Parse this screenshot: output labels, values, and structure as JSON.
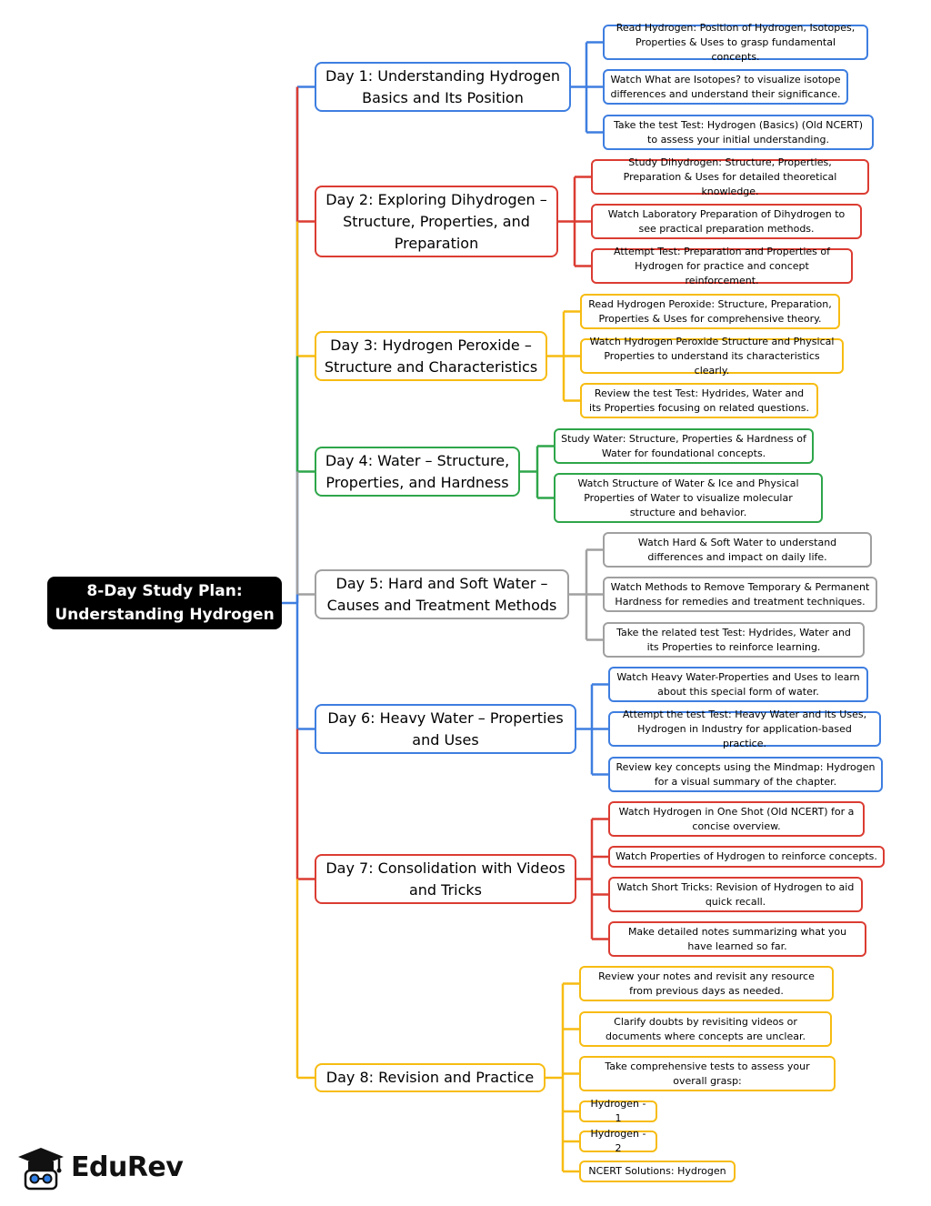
{
  "root": {
    "label": "8-Day Study Plan: Understanding Hydrogen"
  },
  "colors": {
    "blue": "#3e7ee0",
    "red": "#db3c32",
    "yellow": "#f7bc12",
    "green": "#2ea64a",
    "gray": "#a0a0a0",
    "root": "#000000"
  },
  "days": [
    {
      "label": "Day 1: Understanding Hydrogen Basics and Its Position",
      "color": "blue",
      "tasks": [
        "Read Hydrogen: Position of Hydrogen, Isotopes, Properties & Uses to grasp fundamental concepts.",
        "Watch What are Isotopes? to visualize isotope differences and understand their significance.",
        "Take the test Test: Hydrogen (Basics) (Old NCERT) to assess your initial understanding."
      ]
    },
    {
      "label": "Day 2: Exploring Dihydrogen – Structure, Properties, and Preparation",
      "color": "red",
      "tasks": [
        "Study Dihydrogen: Structure, Properties, Preparation & Uses for detailed theoretical knowledge.",
        "Watch Laboratory Preparation of Dihydrogen to see practical preparation methods.",
        "Attempt Test: Preparation and Properties of Hydrogen for practice and concept reinforcement."
      ]
    },
    {
      "label": "Day 3: Hydrogen Peroxide – Structure and Characteristics",
      "color": "yellow",
      "tasks": [
        "Read Hydrogen Peroxide: Structure, Preparation, Properties & Uses for comprehensive theory.",
        "Watch Hydrogen Peroxide Structure and Physical Properties to understand its characteristics clearly.",
        "Review the test Test: Hydrides, Water and its Properties focusing on related questions."
      ]
    },
    {
      "label": "Day 4: Water – Structure, Properties, and Hardness",
      "color": "green",
      "tasks": [
        "Study Water: Structure, Properties & Hardness of Water for foundational concepts.",
        "Watch Structure of Water & Ice and Physical Properties of Water to visualize molecular structure and behavior."
      ]
    },
    {
      "label": "Day 5: Hard and Soft Water – Causes and Treatment Methods",
      "color": "gray",
      "tasks": [
        "Watch Hard & Soft Water to understand differences and impact on daily life.",
        "Watch Methods to Remove Temporary & Permanent Hardness for remedies and treatment techniques.",
        "Take the related test Test: Hydrides, Water and its Properties to reinforce learning."
      ]
    },
    {
      "label": "Day 6: Heavy Water – Properties and Uses",
      "color": "blue",
      "tasks": [
        "Watch Heavy Water-Properties and Uses to learn about this special form of water.",
        "Attempt the test Test: Heavy Water and its Uses, Hydrogen in Industry for application-based practice.",
        "Review key concepts using the Mindmap: Hydrogen for a visual summary of the chapter."
      ]
    },
    {
      "label": "Day 7: Consolidation with Videos and Tricks",
      "color": "red",
      "tasks": [
        "Watch Hydrogen in One Shot (Old NCERT) for a concise overview.",
        "Watch Properties of Hydrogen to reinforce concepts.",
        "Watch Short Tricks: Revision of Hydrogen to aid quick recall.",
        "Make detailed notes summarizing what you have learned so far."
      ]
    },
    {
      "label": "Day 8: Revision and Practice",
      "color": "yellow",
      "tasks": [
        "Review your notes and revisit any resource from previous days as needed.",
        "Clarify doubts by revisiting videos or documents where concepts are unclear.",
        "Take comprehensive tests to assess your overall grasp:",
        "Hydrogen - 1",
        "Hydrogen - 2",
        "NCERT Solutions: Hydrogen"
      ]
    }
  ],
  "logo": {
    "text": "EduRev",
    "icon": "graduation-cap-icon"
  }
}
